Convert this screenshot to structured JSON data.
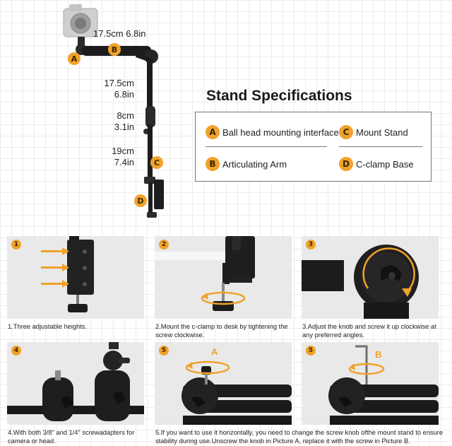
{
  "diagram": {
    "dim_top": "17.5cm 6.8in",
    "dim_upper_cm": "17.5cm",
    "dim_upper_in": "6.8in",
    "dim_mid_cm": "8cm",
    "dim_mid_in": "3.1in",
    "dim_lower_cm": "19cm",
    "dim_lower_in": "7.4in",
    "badges": {
      "a": "A",
      "b": "B",
      "c": "C",
      "d": "D"
    }
  },
  "specs": {
    "title": "Stand Specifications",
    "items": [
      {
        "letter": "A",
        "label": "Ball head mounting interface"
      },
      {
        "letter": "C",
        "label": "Mount Stand"
      },
      {
        "letter": "B",
        "label": "Articulating Arm"
      },
      {
        "letter": "D",
        "label": "C-clamp Base"
      }
    ]
  },
  "panels": [
    {
      "num": "1",
      "caption": "1.Three adjustable heights."
    },
    {
      "num": "2",
      "caption": "2.Mount the c-clamp to desk by tightening the screw clockwise."
    },
    {
      "num": "3",
      "caption": "3.Adjust the knob and screw it up clockwise at any preferred angles."
    },
    {
      "num": "4",
      "caption": "4.With both 3/8\" and 1/4\" screwadapters for camera or head."
    },
    {
      "num": "5",
      "label": "A"
    },
    {
      "num": "5",
      "label": "B"
    }
  ],
  "caption_5": "5.If you want to use it horizontally, you need to change the screw knob ofthe mount stand to ensure stability during use.Unscrew the knob in Picture A, replace it with the screw in Picture B.",
  "colors": {
    "accent": "#f0a22b",
    "metal": "#1c1c1c",
    "panel_bg": "#e9e9e9"
  }
}
